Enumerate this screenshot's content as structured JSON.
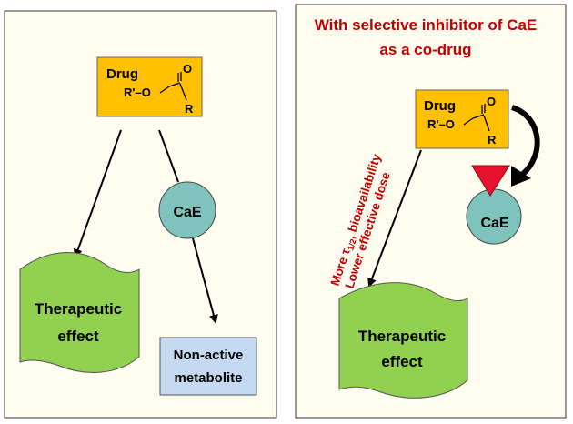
{
  "left_panel": {
    "drug": {
      "name": "Drug",
      "ester_group": "R'–O",
      "carbonyl_o": "O",
      "r_group": "R"
    },
    "therapeutic": {
      "line1": "Therapeutic",
      "line2": "effect"
    },
    "enzyme": {
      "label": "CaE"
    },
    "metabolite": {
      "line1": "Non-active",
      "line2": "metabolite"
    }
  },
  "right_panel": {
    "title": {
      "line1": "With selective inhibitor of CaE",
      "line2": "as a co-drug"
    },
    "drug": {
      "name": "Drug",
      "ester_group": "R'–O",
      "carbonyl_o": "O",
      "r_group": "R"
    },
    "enzyme": {
      "label": "CaE"
    },
    "annotation": {
      "line1_prefix": "More ",
      "line1_tau": "τ",
      "line1_sub": "1/2",
      "line1_suffix": ", bioavailability",
      "line2": "Lower effective dose"
    },
    "therapeutic": {
      "line1": "Therapeutic",
      "line2": "effect"
    }
  },
  "colors": {
    "panel_bg": "#fffcf0",
    "drug_box": "#ffc000",
    "enzyme_circle": "#7fc4bc",
    "therapeutic_fill": "#92d050",
    "metabolite_box": "#c5d9f1",
    "inhibitor": "#e8112d",
    "title_red": "#c00000"
  }
}
